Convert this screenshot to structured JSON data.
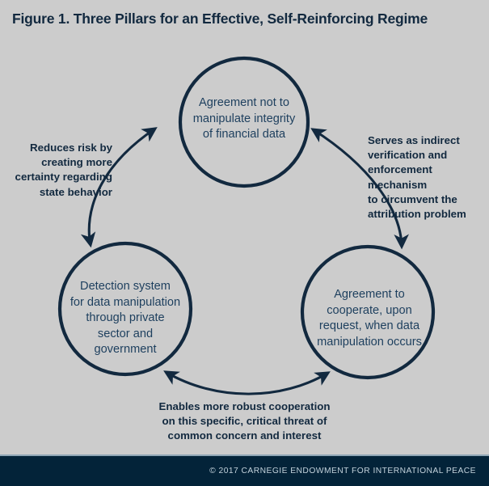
{
  "figure": {
    "title": "Figure 1. Three Pillars for an Effective, Self-Reinforcing Regime",
    "background_color": "#cccccc",
    "accent_color": "#12293f",
    "circle_text_color": "#1d3f5e",
    "footer_color": "#032339"
  },
  "circles": [
    {
      "id": "top",
      "name": "agreement-not-to-manipulate",
      "lines": [
        "Agreement not to",
        "manipulate integrity",
        "of financial data"
      ]
    },
    {
      "id": "left",
      "name": "detection-system",
      "lines": [
        "Detection system",
        "for data manipulation",
        "through private",
        "sector and",
        "government"
      ]
    },
    {
      "id": "right",
      "name": "agreement-to-cooperate",
      "lines": [
        "Agreement to",
        "cooperate, upon",
        "request, when data",
        "manipulation occurs"
      ]
    }
  ],
  "annotations": [
    {
      "id": "left",
      "name": "reduces-risk",
      "lines": [
        "Reduces risk by",
        "creating more",
        "certainty regarding",
        "state behavior"
      ]
    },
    {
      "id": "right",
      "name": "indirect-verification",
      "lines": [
        "Serves as indirect",
        "verification and",
        "enforcement mechanism",
        "to circumvent the",
        "attribution problem"
      ]
    },
    {
      "id": "bottom",
      "name": "robust-cooperation",
      "lines": [
        "Enables more robust cooperation",
        "on this specific, critical threat of",
        "common concern and interest"
      ]
    }
  ],
  "footer": {
    "credit": "© 2017 CARNEGIE ENDOWMENT FOR INTERNATIONAL PEACE"
  }
}
